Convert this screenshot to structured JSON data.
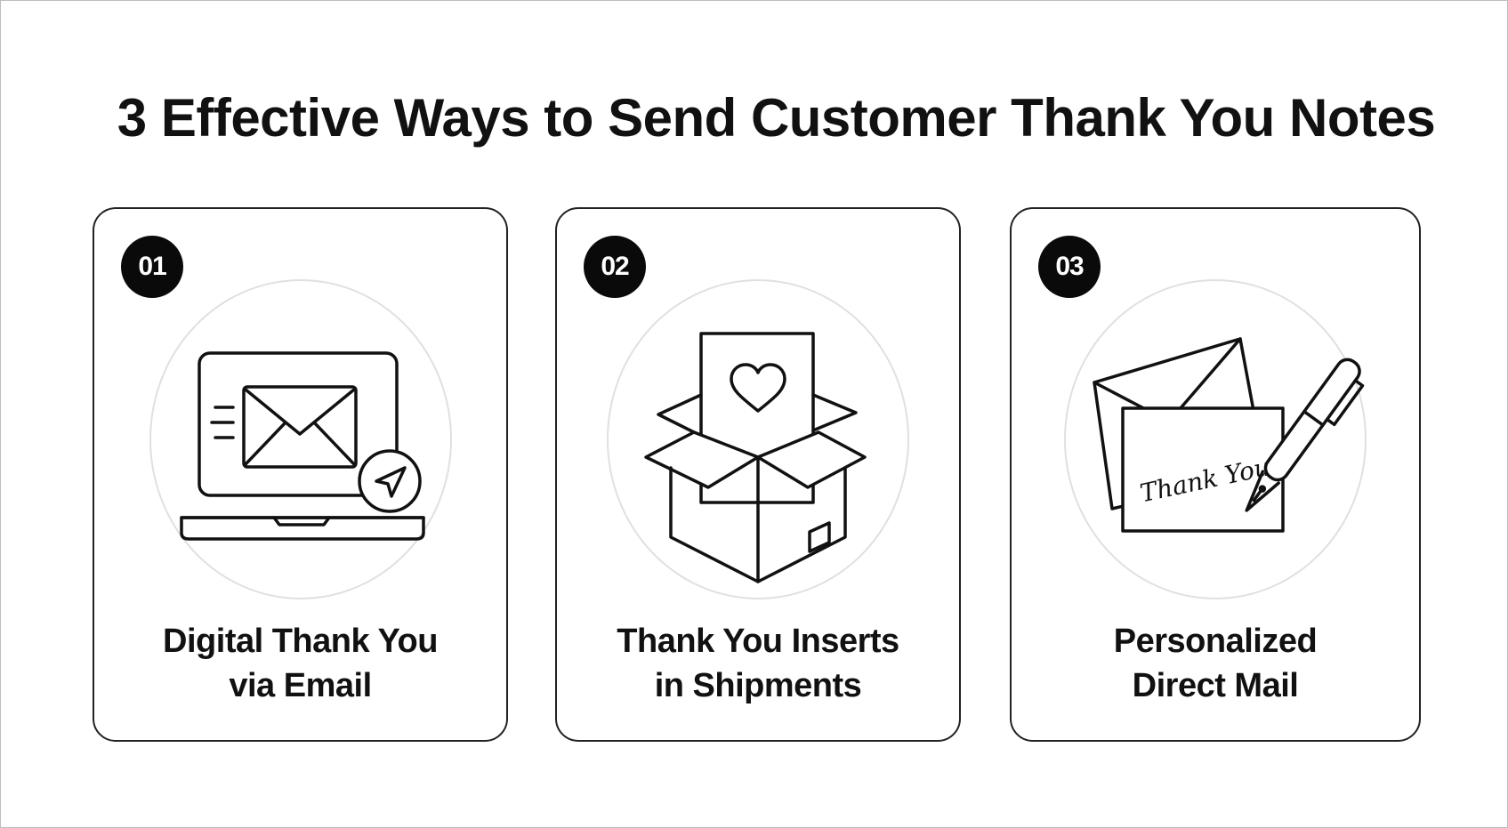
{
  "title": "3 Effective Ways to Send Customer Thank You Notes",
  "cards": [
    {
      "number": "01",
      "icon": "laptop-email-icon",
      "label_line1": "Digital Thank You",
      "label_line2": "via Email"
    },
    {
      "number": "02",
      "icon": "shipping-box-card-icon",
      "label_line1": "Thank You Inserts",
      "label_line2": "in Shipments"
    },
    {
      "number": "03",
      "icon": "envelope-card-pen-icon",
      "card_script": "Thank You!",
      "label_line1": "Personalized",
      "label_line2": "Direct Mail"
    }
  ],
  "colors": {
    "ink": "#111111",
    "badge": "#0a0a0a",
    "halo": "#e0e0e0",
    "border": "#222222"
  }
}
